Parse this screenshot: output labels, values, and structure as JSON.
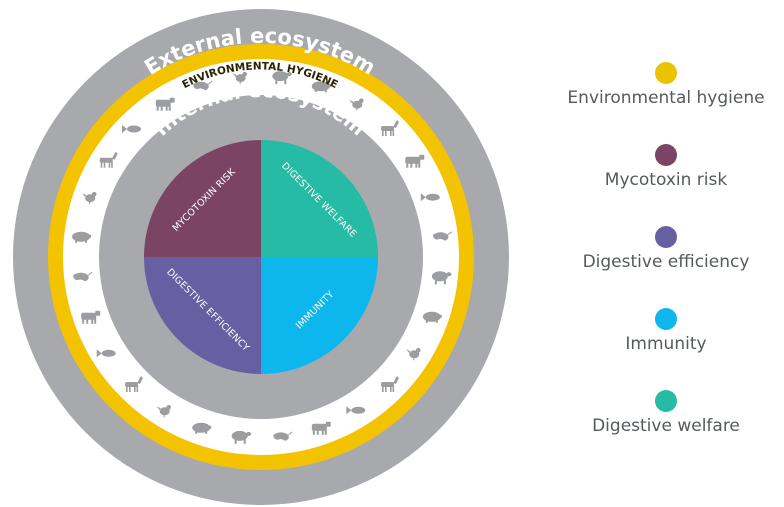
{
  "colors": {
    "outer_ring": "#a7a9ac",
    "yellow_ring": "#f4c300",
    "animal_band": "#ffffff",
    "animal_icon": "#9b9da0",
    "hygiene": "#e9c300",
    "mycotoxin": "#7b4465",
    "efficiency": "#6660a2",
    "immunity": "#0db7ee",
    "welfare": "#25bba4"
  },
  "diagram": {
    "outer_label": "External ecosystem",
    "band_label": "ENVIRONMENTAL HYGIENE",
    "inner_label": "Internal ecosystem",
    "quadrants": {
      "top_left": "MYCOTOXIN RISK",
      "top_right": "DIGESTIVE WELFARE",
      "bottom_left": "DIGESTIVE EFFICIENCY",
      "bottom_right": "IMMUNITY"
    },
    "animal_icons": [
      "sheep-icon",
      "pig-icon",
      "chicken-icon",
      "horse-icon",
      "cow-icon",
      "fish-icon",
      "shrimp-icon",
      "sheep-icon",
      "pig-icon",
      "chicken-icon",
      "horse-icon",
      "fish-icon",
      "cow-icon",
      "shrimp-icon",
      "sheep-icon",
      "pig-icon",
      "chicken-icon",
      "horse-icon",
      "fish-icon",
      "cow-icon",
      "shrimp-icon",
      "pig-icon",
      "chicken-icon",
      "horse-icon",
      "fish-icon",
      "cow-icon",
      "shrimp-icon",
      "chicken-icon"
    ]
  },
  "legend": [
    {
      "label": "Environmental hygiene",
      "color": "#e9c300"
    },
    {
      "label": "Mycotoxin risk",
      "color": "#7b4465"
    },
    {
      "label": "Digestive efficiency",
      "color": "#6660a2"
    },
    {
      "label": "Immunity",
      "color": "#0db7ee"
    },
    {
      "label": "Digestive welfare",
      "color": "#25bba4"
    }
  ]
}
